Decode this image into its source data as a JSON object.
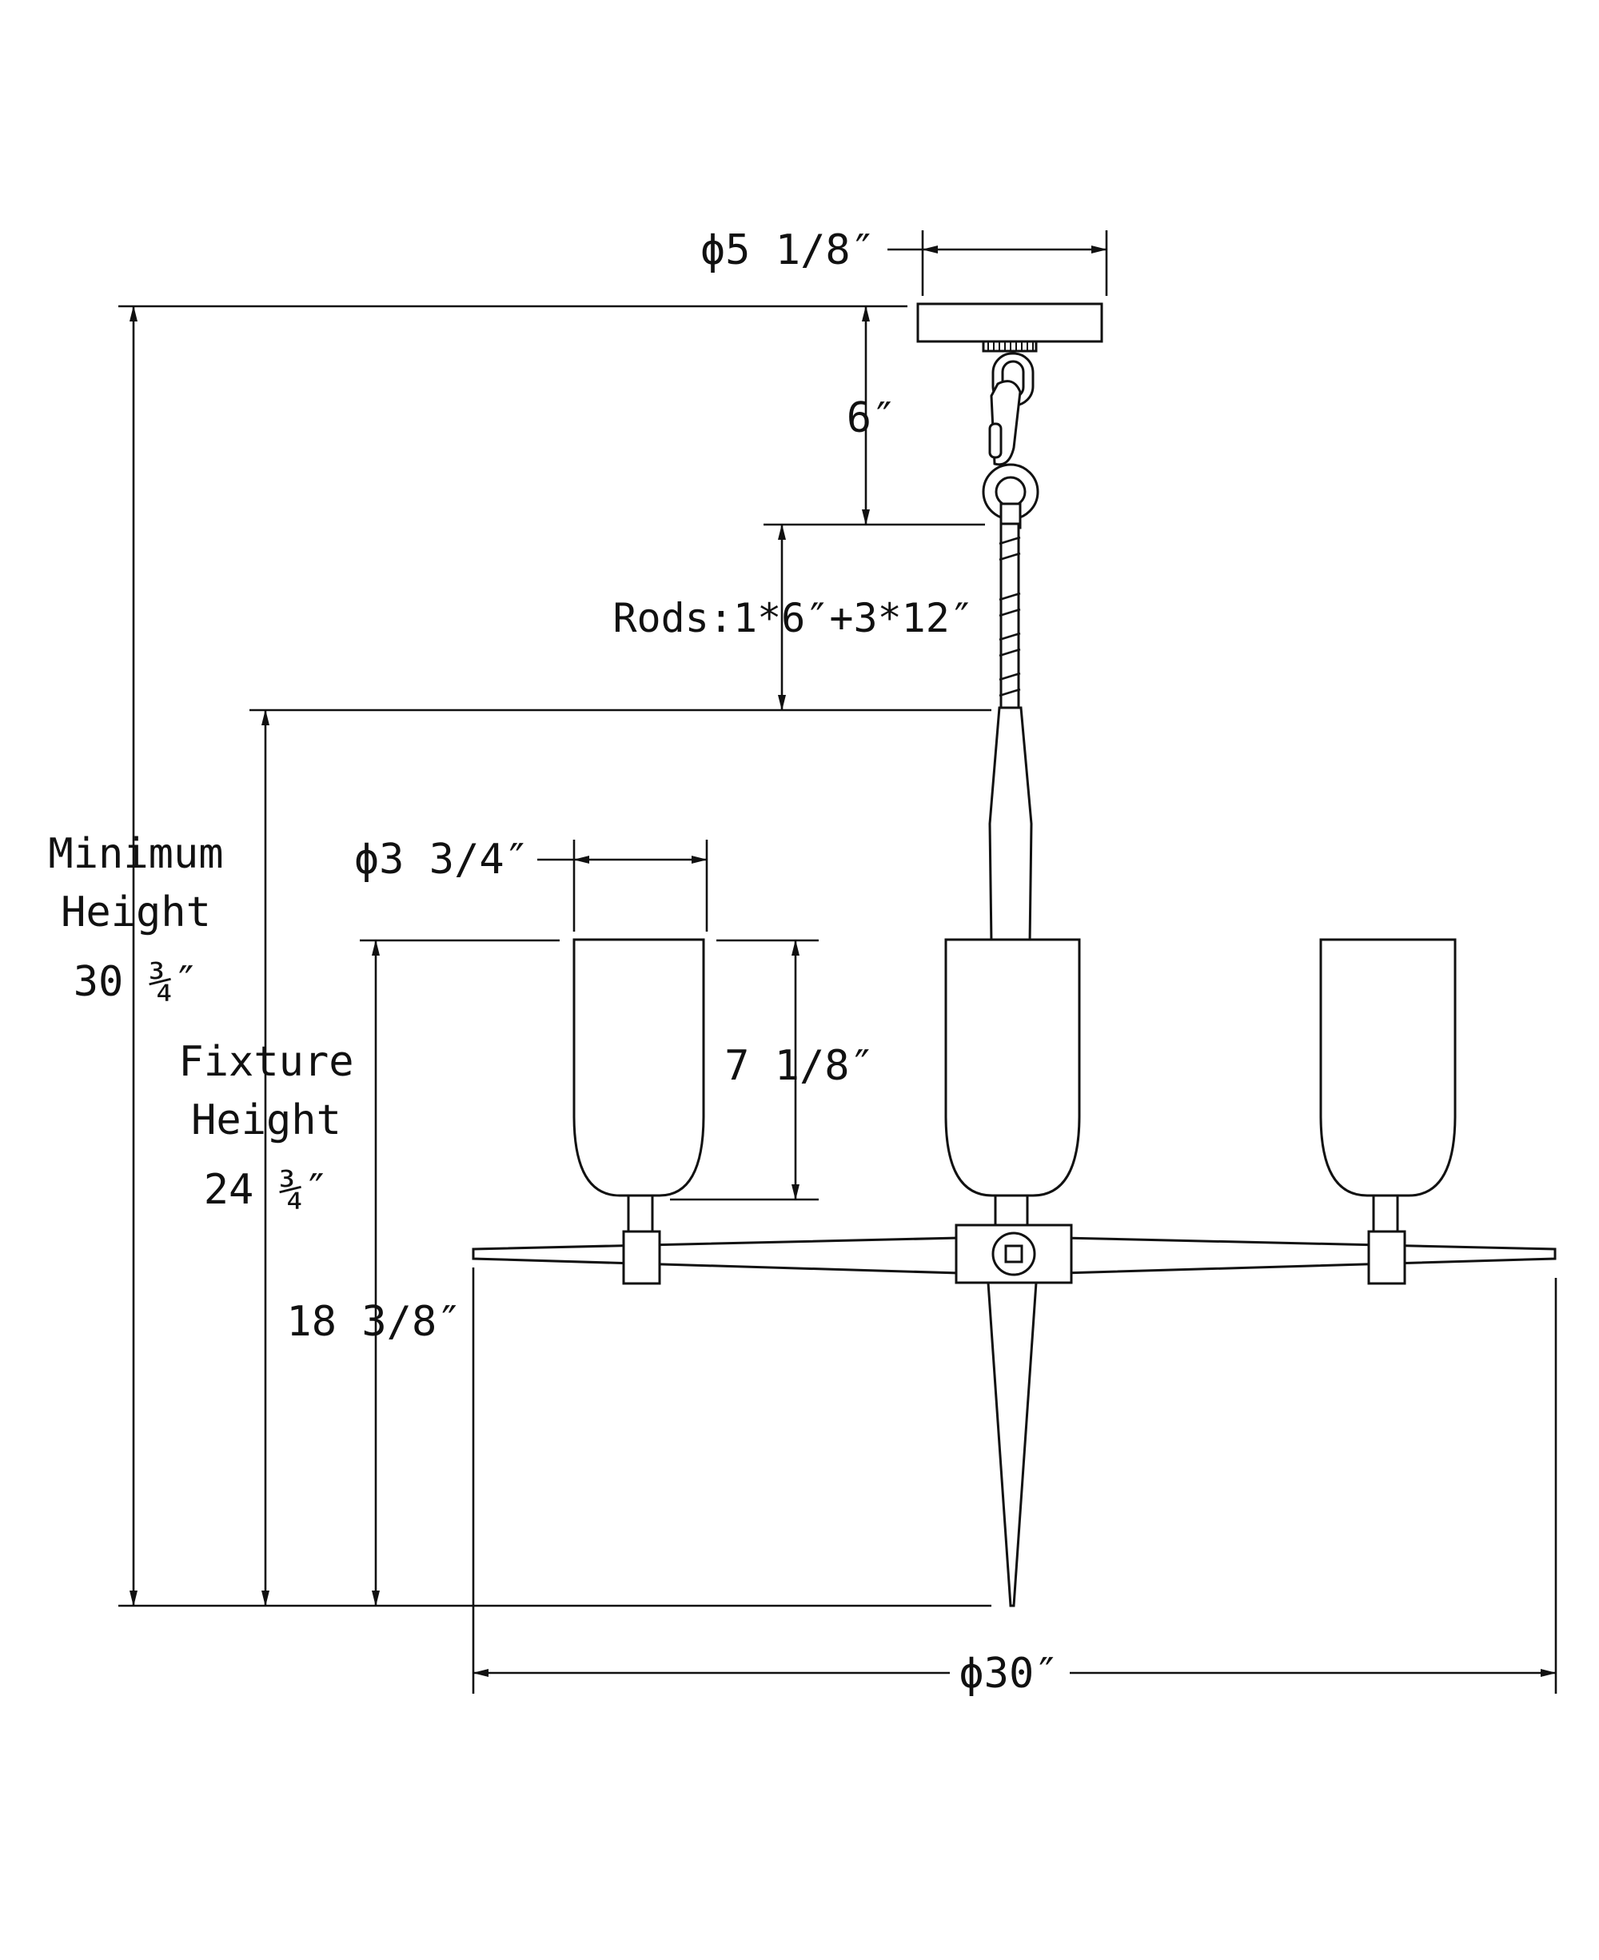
{
  "labels": {
    "canopy_diameter": "ϕ5 1/8″",
    "chain_length": "6″",
    "rods": "Rods:1*6″+3*12″",
    "shade_diameter": "ϕ3 3/4″",
    "shade_height": "7 1/8″",
    "shade_to_bottom": "18 3/8″",
    "overall_diameter": "ϕ30″",
    "minimum_height": {
      "line1": "Minimum",
      "line2": "Height",
      "line3": "30 ¾″"
    },
    "fixture_height": {
      "line1": "Fixture",
      "line2": "Height",
      "line3": "24 ¾″"
    }
  }
}
